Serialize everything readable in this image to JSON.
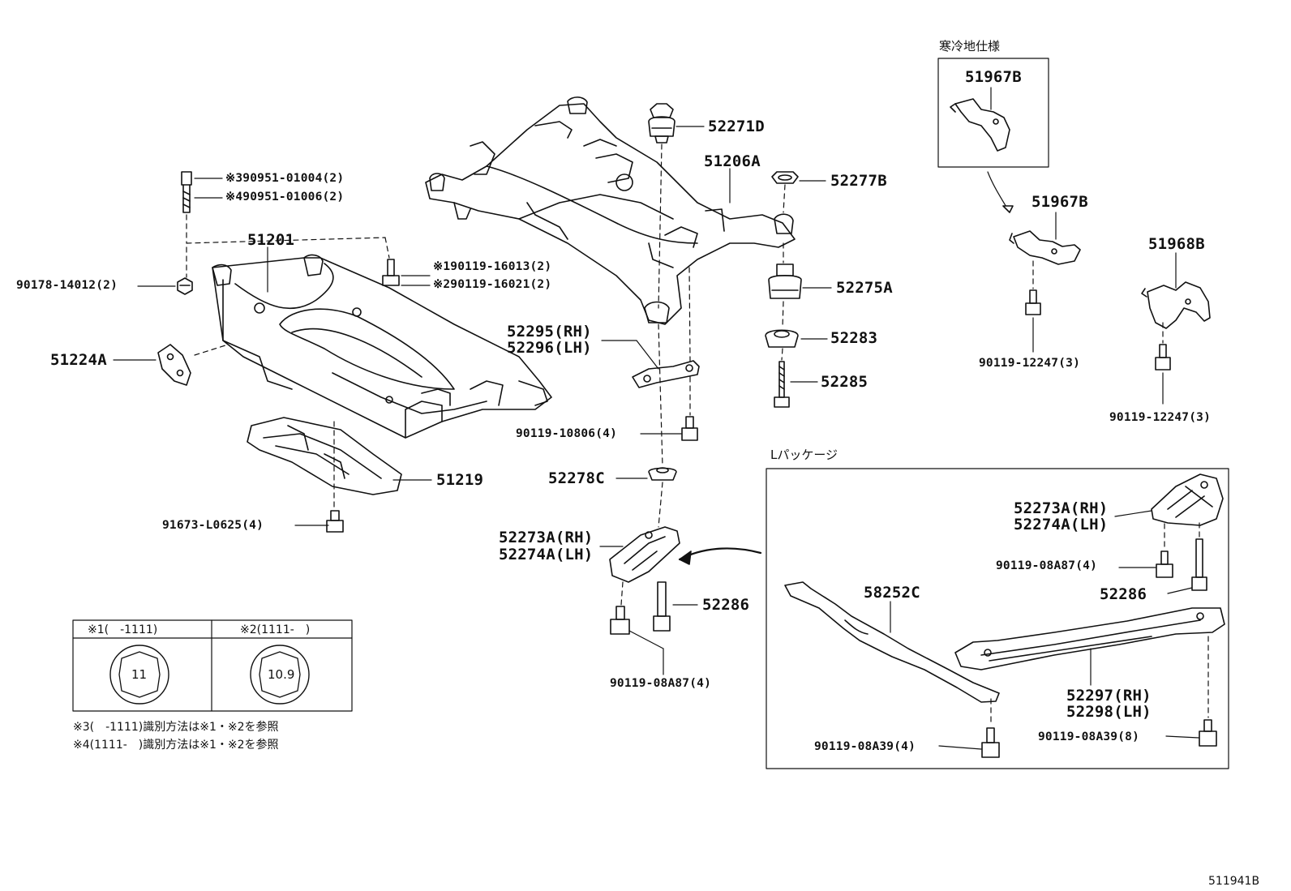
{
  "parts": {
    "p51201": "51201",
    "p51206A": "51206A",
    "p51224A": "51224A",
    "p51219": "51219",
    "p52271D": "52271D",
    "p52277B": "52277B",
    "p52275A": "52275A",
    "p52283": "52283",
    "p52285": "52285",
    "p52295": "52295(RH)",
    "p52296": "52296(LH)",
    "p52278C": "52278C",
    "p52273A": "52273A(RH)",
    "p52274A": "52274A(LH)",
    "p52286": "52286",
    "p58252C": "58252C",
    "p52273A_b": "52273A(RH)",
    "p52274A_b": "52274A(LH)",
    "p52286_b": "52286",
    "p52297": "52297(RH)",
    "p52298": "52298(LH)",
    "p51967B_a": "51967B",
    "p51967B_b": "51967B",
    "p51968B": "51968B"
  },
  "bolts": {
    "b1": "※390951-01004(2)",
    "b2": "※490951-01006(2)",
    "b3": "90178-14012(2)",
    "b4": "※190119-16013(2)",
    "b5": "※290119-16021(2)",
    "b6": "91673-L0625(4)",
    "b7": "90119-10806(4)",
    "b8": "90119-08A87(4)",
    "b9": "90119-12247(3)",
    "b10": "90119-12247(3)",
    "b11": "90119-08A87(4)",
    "b12": "90119-08A39(4)",
    "b13": "90119-08A39(8)"
  },
  "boxes": {
    "cold_title": "寒冷地仕様",
    "pkg_title": "Lパッケージ"
  },
  "table": {
    "col1_head": "※1(　-1111)",
    "col2_head": "※2(1111-　)",
    "col1_mark": "11",
    "col2_mark": "10.9"
  },
  "notes": {
    "n3": "※3(　-1111)識別方法は※1・※2を参照",
    "n4": "※4(1111-　)識別方法は※1・※2を参照"
  },
  "figure_id": "511941B"
}
